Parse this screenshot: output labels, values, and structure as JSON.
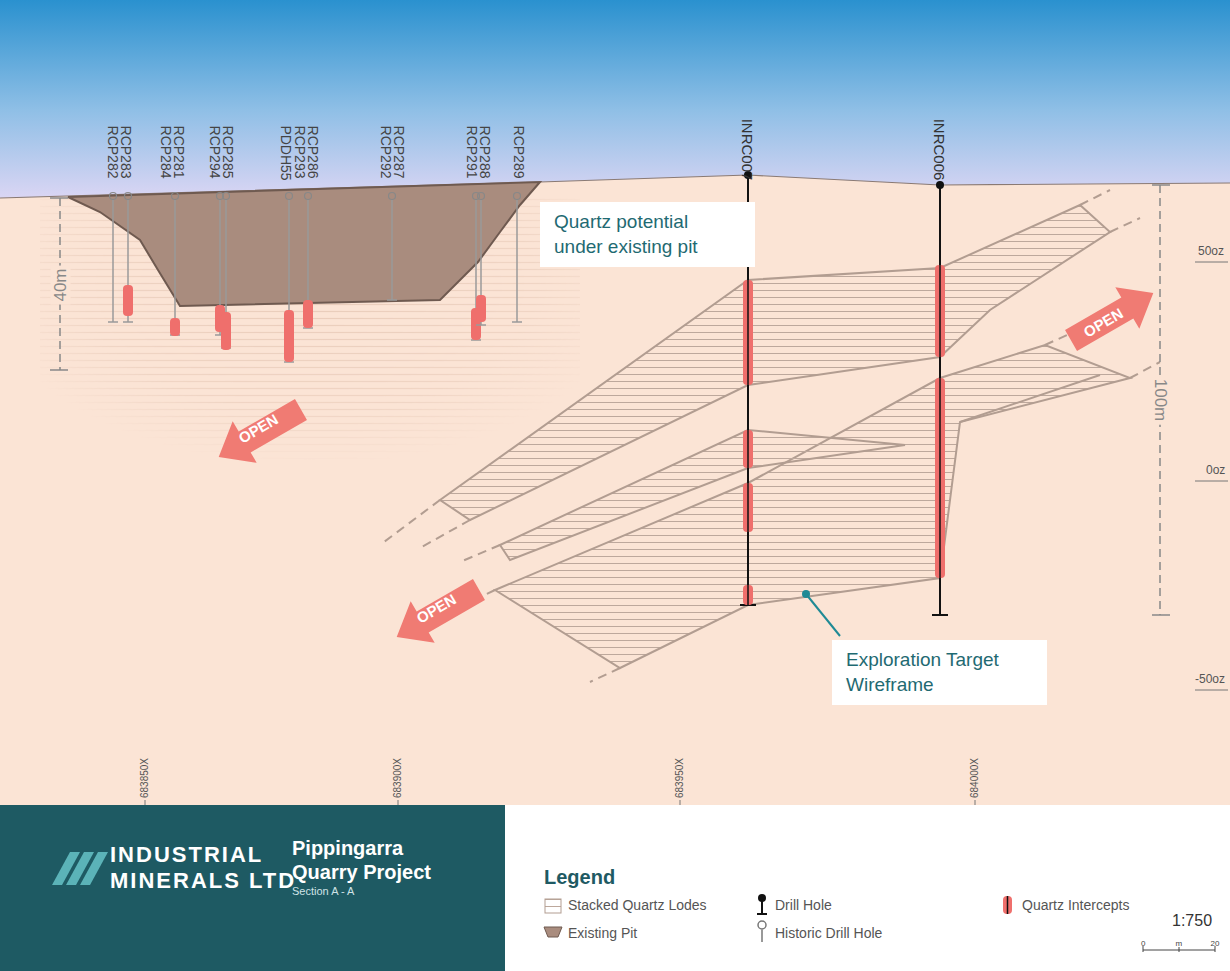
{
  "diagram": {
    "title": "Pippingarra Quarry Project",
    "nodes": [
      {
        "text": [
          "Quartz potential under existing pit"
        ]
      },
      {
        "text": [
          "Exploration Target Wireframe"
        ]
      }
    ],
    "labels": [
      "RCP282",
      "RCP283",
      "RCP284",
      "RCP281",
      "RCP294",
      "RCP285",
      "PDDH55",
      "RCP293",
      "RCP286",
      "RCP292",
      "RCP287",
      "RCP291",
      "RCP288",
      "RCP289",
      "INRC007",
      "INRC006",
      "40m",
      "100m",
      "50oz",
      "0oz",
      "-50oz",
      "OPEN",
      "OPEN",
      "OPEN",
      "683850X",
      "683900X",
      "683950X",
      "684000X",
      "INDUSTRIAL",
      "MINERALS LTD",
      "Section A - A",
      "Legend",
      "1:750",
      "0",
      "m",
      "20"
    ],
    "legend": [
      {
        "text": "Stacked Quartz Lodes"
      },
      {
        "text": "Existing Pit"
      },
      {
        "text": "Drill Hole"
      },
      {
        "text": "Historic Drill Hole"
      },
      {
        "text": "Quartz Intercepts"
      }
    ]
  }
}
